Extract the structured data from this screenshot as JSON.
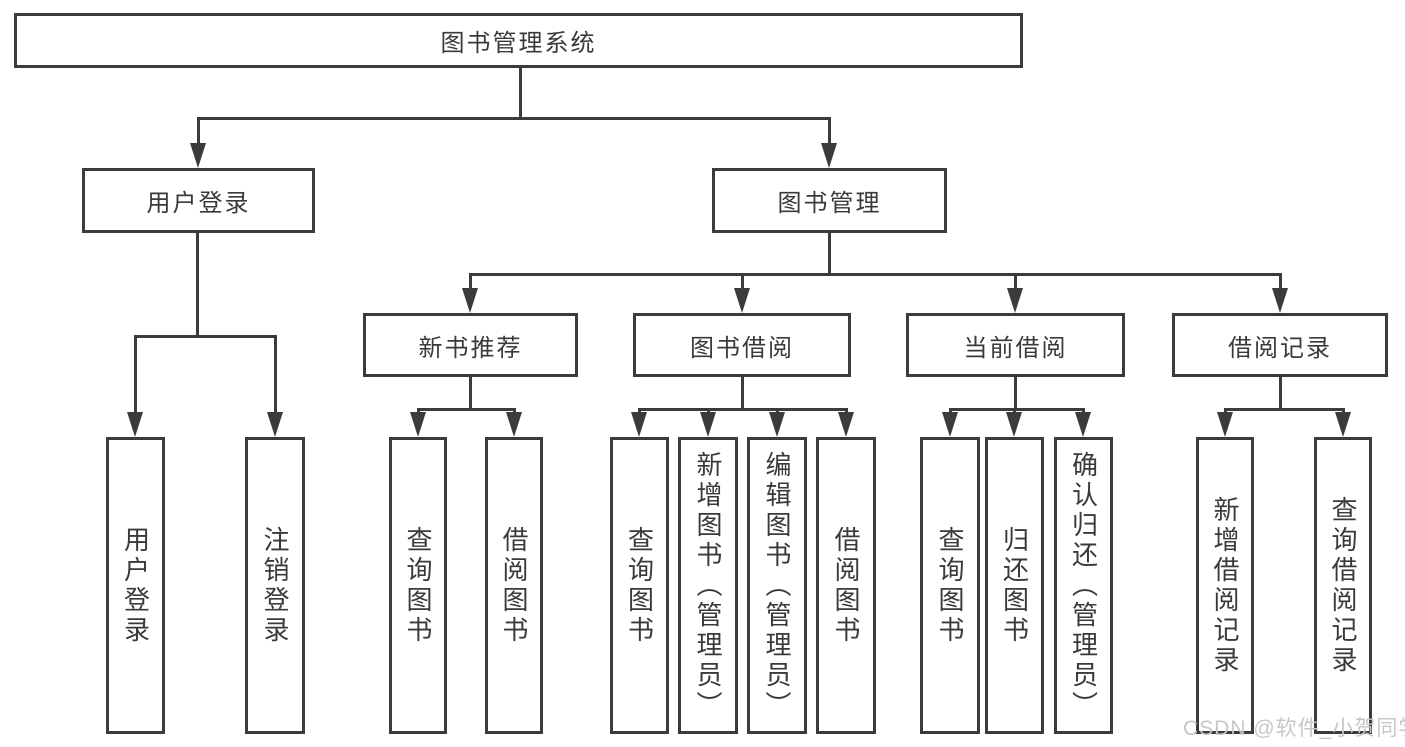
{
  "colors": {
    "line": "#3b3b3b",
    "box_border": "#3b3b3b",
    "text": "#333333",
    "watermark": "#c7c7c7",
    "background": "#ffffff"
  },
  "watermark": {
    "text": "CSDN @软件_小贺同学"
  },
  "tree": {
    "root": {
      "label": "图书管理系统"
    },
    "branches": [
      {
        "label": "用户登录",
        "children": [
          {
            "label": "用户登录"
          },
          {
            "label": "注销登录"
          }
        ]
      },
      {
        "label": "图书管理",
        "children": [
          {
            "label": "新书推荐",
            "children": [
              {
                "label": "查询图书"
              },
              {
                "label": "借阅图书"
              }
            ]
          },
          {
            "label": "图书借阅",
            "children": [
              {
                "label": "查询图书"
              },
              {
                "label": "新增图书（管理员）"
              },
              {
                "label": "编辑图书（管理员）"
              },
              {
                "label": "借阅图书"
              }
            ]
          },
          {
            "label": "当前借阅",
            "children": [
              {
                "label": "查询图书"
              },
              {
                "label": "归还图书"
              },
              {
                "label": "确认归还（管理员）"
              }
            ]
          },
          {
            "label": "借阅记录",
            "children": [
              {
                "label": "新增借阅记录"
              },
              {
                "label": "查询借阅记录"
              }
            ]
          }
        ]
      }
    ]
  }
}
